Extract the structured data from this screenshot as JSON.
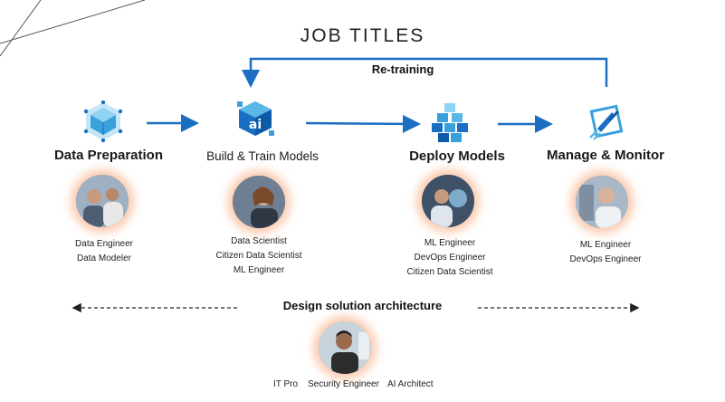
{
  "title": "JOB TITLES",
  "retraining_label": "Re-training",
  "stages": [
    {
      "name": "Data Preparation",
      "roles": [
        "Data Engineer",
        "Data Modeler"
      ],
      "icon": "cube-network-icon"
    },
    {
      "name": "Build & Train Models",
      "roles": [
        "Data Scientist",
        "Citizen Data Scientist",
        "ML Engineer"
      ],
      "icon": "ai-cube-icon"
    },
    {
      "name": "Deploy Models",
      "roles": [
        "ML Engineer",
        "DevOps Engineer",
        "Citizen Data Scientist"
      ],
      "icon": "stacked-blocks-icon"
    },
    {
      "name": "Manage & Monitor",
      "roles": [
        "ML Engineer",
        "DevOps Engineer"
      ],
      "icon": "rocket-monitor-icon"
    }
  ],
  "design": {
    "label": "Design solution architecture",
    "roles": [
      "IT Pro",
      "Security Engineer",
      "AI Architect"
    ]
  },
  "colors": {
    "accent_blue": "#1b6ec2",
    "glow": "#f8a06e",
    "text": "#1a1a1a"
  }
}
